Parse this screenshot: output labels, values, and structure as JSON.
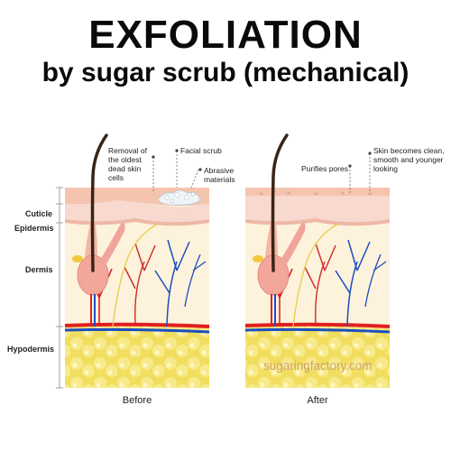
{
  "title": {
    "main": "EXFOLIATION",
    "sub": "by sugar scrub (mechanical)"
  },
  "layers": {
    "cuticle": "Cuticle",
    "epidermis": "Epidermis",
    "dermis": "Dermis",
    "hypodermis": "Hypodermis"
  },
  "before": {
    "caption": "Before",
    "annotations": {
      "removal": "Removal of the oldest dead skin cells",
      "scrub": "Facial scrub",
      "abrasive": "Abrasive materials"
    }
  },
  "after": {
    "caption": "After",
    "annotations": {
      "pores": "Purifies pores",
      "clean": "Skin becomes clean, smooth and younger looking"
    }
  },
  "watermark": "sugaringfactory.com",
  "colors": {
    "cuticle": "#f4c4ae",
    "epidermis": "#f7d9cf",
    "dermis": "#fdf2dc",
    "fat": "#f4e36b",
    "artery": "#e02020",
    "vein": "#1c4fc0",
    "hair": "#3a2418"
  }
}
